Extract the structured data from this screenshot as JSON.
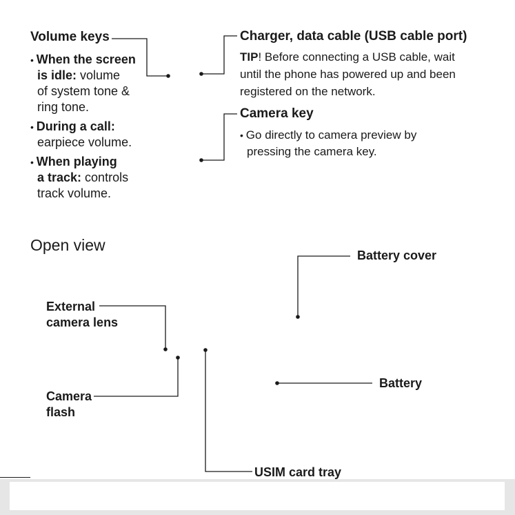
{
  "volume_keys": {
    "title": "Volume keys",
    "items": [
      {
        "bold": "When the screen is idle:",
        "text": "volume of system tone & ring tone."
      },
      {
        "bold": "During a call:",
        "text": "earpiece volume."
      },
      {
        "bold": "When playing a track:",
        "text": "controls track volume."
      }
    ],
    "item1_line1": "When the screen",
    "item1_line2_bold": "is idle:",
    "item1_line2_text": " volume",
    "item1_line3": "of system tone &",
    "item1_line4": "ring tone.",
    "item2_line1": "During a call:",
    "item2_line2": "earpiece volume.",
    "item3_line1": "When playing",
    "item3_line2_bold": "a track:",
    "item3_line2_text": " controls",
    "item3_line3": "track volume."
  },
  "charger": {
    "title": "Charger, data cable (USB cable port)",
    "tip_label": "TIP",
    "tip_line1": "! Before connecting a USB cable, wait",
    "tip_line2": "until the phone has powered up and been",
    "tip_line3": "registered on the network."
  },
  "camera_key": {
    "title": "Camera key",
    "line1": "Go directly to camera preview by",
    "line2": "pressing the camera key."
  },
  "open_view": {
    "title": "Open view",
    "battery_cover": "Battery cover",
    "external_lens_1": "External",
    "external_lens_2": "camera lens",
    "battery": "Battery",
    "camera_flash_1": "Camera",
    "camera_flash_2": "flash",
    "usim": "USIM card tray"
  }
}
